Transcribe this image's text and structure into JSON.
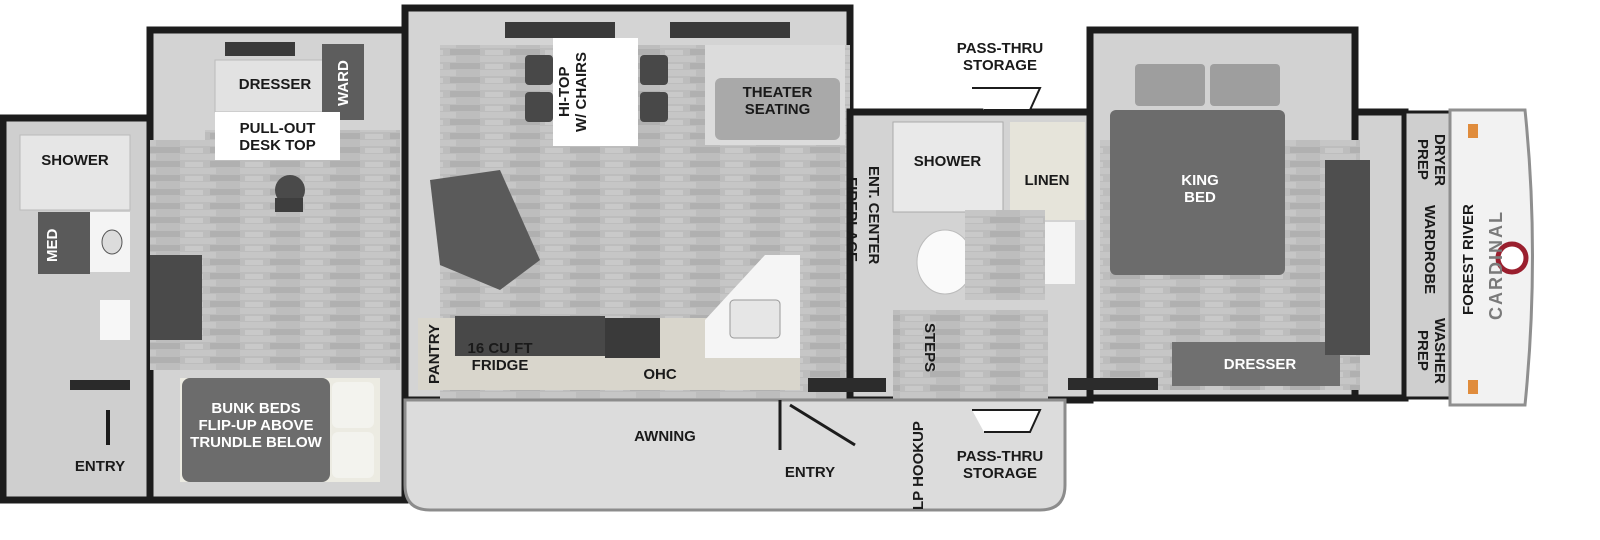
{
  "brand": {
    "maker": "FOREST RIVER",
    "model_logo_text": "CARDINAL"
  },
  "rooms": {
    "dresser_left": "DRESSER",
    "ward": "WARD",
    "pull_out_desk": [
      "PULL-OUT",
      "DESK TOP"
    ],
    "shower_left": "SHOWER",
    "med": "MED",
    "bunk_beds": [
      "BUNK BEDS",
      "FLIP-UP ABOVE",
      "TRUNDLE BELOW"
    ],
    "entry_left": "ENTRY",
    "hi_top": [
      "HI-TOP",
      "W/ CHAIRS"
    ],
    "theater_seating": [
      "THEATER",
      "SEATING"
    ],
    "ent_center": "ENT. CENTER",
    "fireplace": "FIREPLACE",
    "pantry": "PANTRY",
    "fridge": [
      "16 CU FT",
      "FRIDGE"
    ],
    "ohc": "OHC",
    "awning": "AWNING",
    "entry_main": "ENTRY",
    "lp_hookup": "LP HOOKUP",
    "steps": "STEPS",
    "pass_thru_top": [
      "PASS-THRU",
      "STORAGE"
    ],
    "pass_thru_bottom": [
      "PASS-THRU",
      "STORAGE"
    ],
    "shower_right": "SHOWER",
    "linen": "LINEN",
    "king_bed": [
      "KING",
      "BED"
    ],
    "dresser_right": "DRESSER",
    "dryer_prep": [
      "DRYER",
      "PREP"
    ],
    "wardrobe": "WARDROBE",
    "washer_prep": [
      "WASHER",
      "PREP"
    ]
  },
  "colors": {
    "wall": "#1c1c1c",
    "floor": "#b9b9b9",
    "cabinet": "#d9d6cc",
    "furniture": "#6e6e6e",
    "counter": "#f5f5f5"
  }
}
